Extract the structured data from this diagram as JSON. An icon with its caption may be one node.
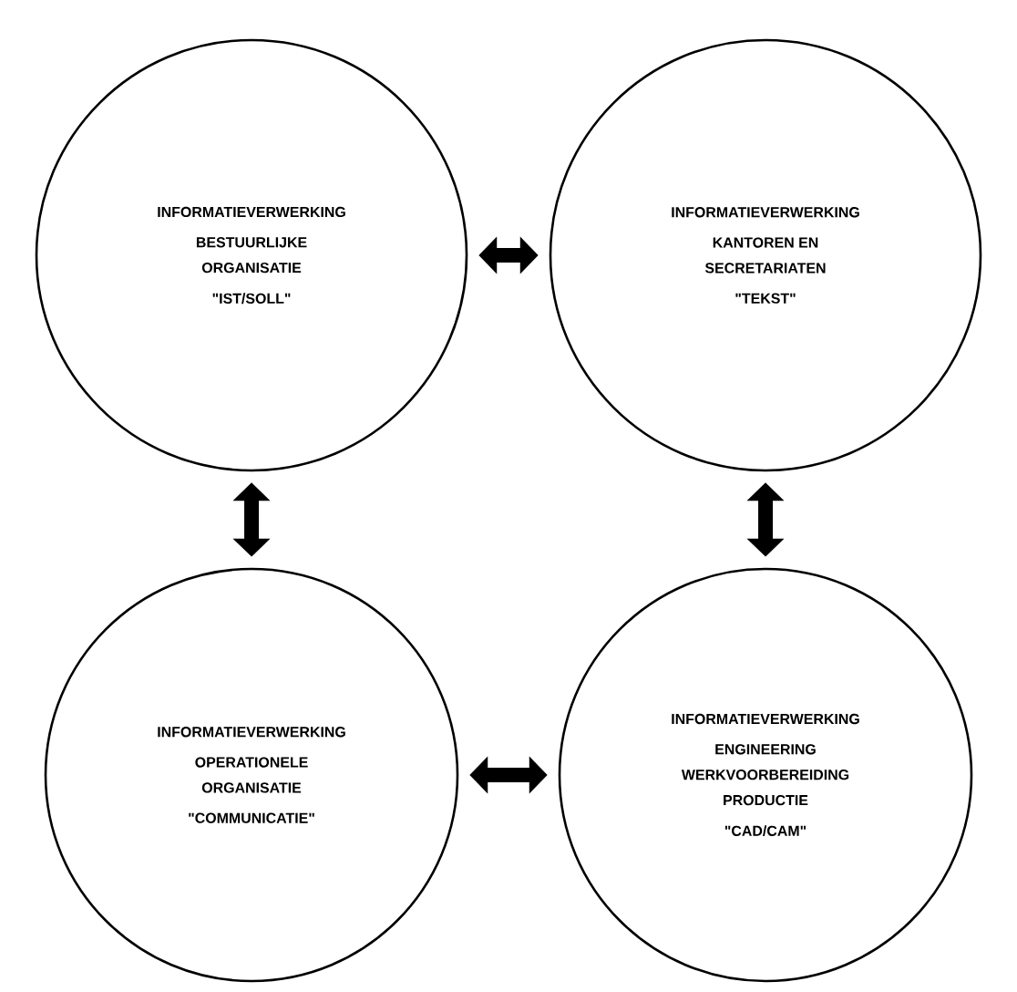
{
  "diagram": {
    "nodes": [
      {
        "text": [
          "INFORMATIEVERWERKING",
          "BESTUURLIJKE ORGANISATIE",
          "\"IST/SOLL\""
        ]
      },
      {
        "text": [
          "INFORMATIEVERWERKING",
          "KANTOREN EN SECRETARIATEN",
          "\"TEKST\""
        ]
      },
      {
        "text": [
          "INFORMATIEVERWERKING",
          "OPERATIONELE ORGANISATIE",
          "\"COMMUNICATIE\""
        ]
      },
      {
        "text": [
          "INFORMATIEVERWERKING",
          "ENGINEERING WERKVOORBEREIDING PRODUCTIE",
          "\"CAD/CAM\""
        ]
      }
    ],
    "edges": [
      {
        "from": 0,
        "to": 1,
        "arrow": "both"
      },
      {
        "from": 0,
        "to": 2,
        "arrow": "both"
      },
      {
        "from": 1,
        "to": 3,
        "arrow": "both"
      },
      {
        "from": 2,
        "to": 3,
        "arrow": "both"
      }
    ]
  }
}
